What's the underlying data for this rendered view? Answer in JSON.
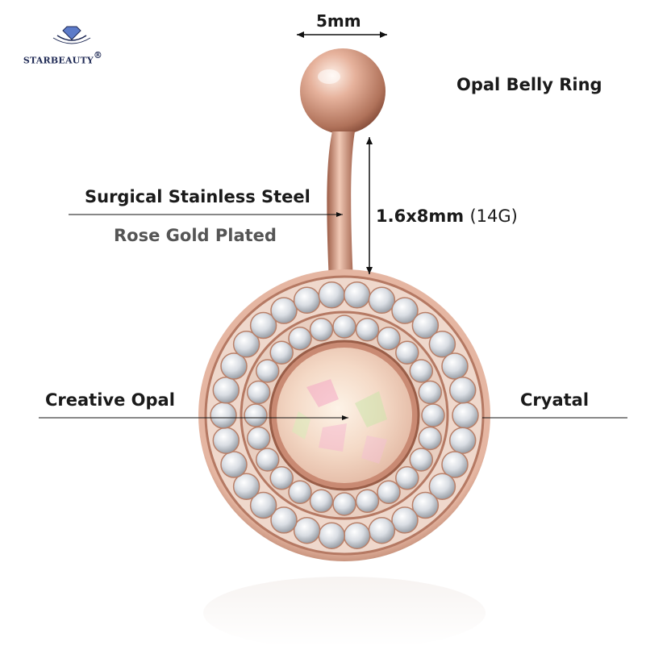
{
  "brand": {
    "name": "STARBEAUTY",
    "mark": "®"
  },
  "title": "Opal Belly Ring",
  "ball_size": "5mm",
  "material": "Surgical Stainless Steel",
  "plating": "Rose Gold Plated",
  "gauge": {
    "size": "1.6x8mm",
    "gauge": "(14G)"
  },
  "center_stone": "Creative Opal",
  "outer_stones": "Cryatal",
  "colors": {
    "rose_gold": "#d9a28a",
    "rose_gold_dark": "#a4634c",
    "opal": "#f6dcc8",
    "text": "#1a1a1a",
    "subtext": "#555555",
    "brand": "#1f2a55"
  }
}
